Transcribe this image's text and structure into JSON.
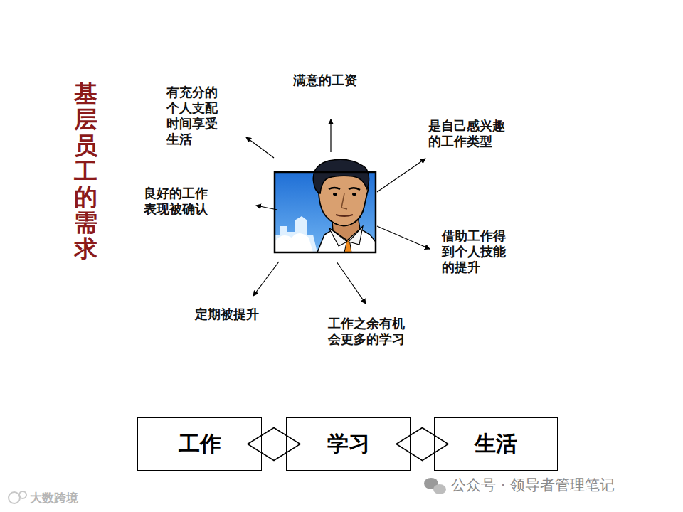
{
  "diagram": {
    "title": "基层员工的需求",
    "nodes": [
      {
        "text": [
          "工作"
        ]
      },
      {
        "text": [
          "学习"
        ]
      },
      {
        "text": [
          "生活"
        ]
      }
    ],
    "edges": [
      {
        "from": 0,
        "to": 1,
        "arrow": "none"
      },
      {
        "from": 1,
        "to": 2,
        "arrow": "none"
      }
    ],
    "labels": [
      "满意的工资",
      "有充分的 个人支配 时间享受 生活",
      "是自己感兴趣 的工作类型",
      "良好的工作 表现被确认",
      "借助工作得 到个人技能 的提升",
      "定期被提升",
      "工作之余有机 会更多的学习",
      "公众号 · 领导者管理笔记",
      "大数跨境"
    ]
  }
}
